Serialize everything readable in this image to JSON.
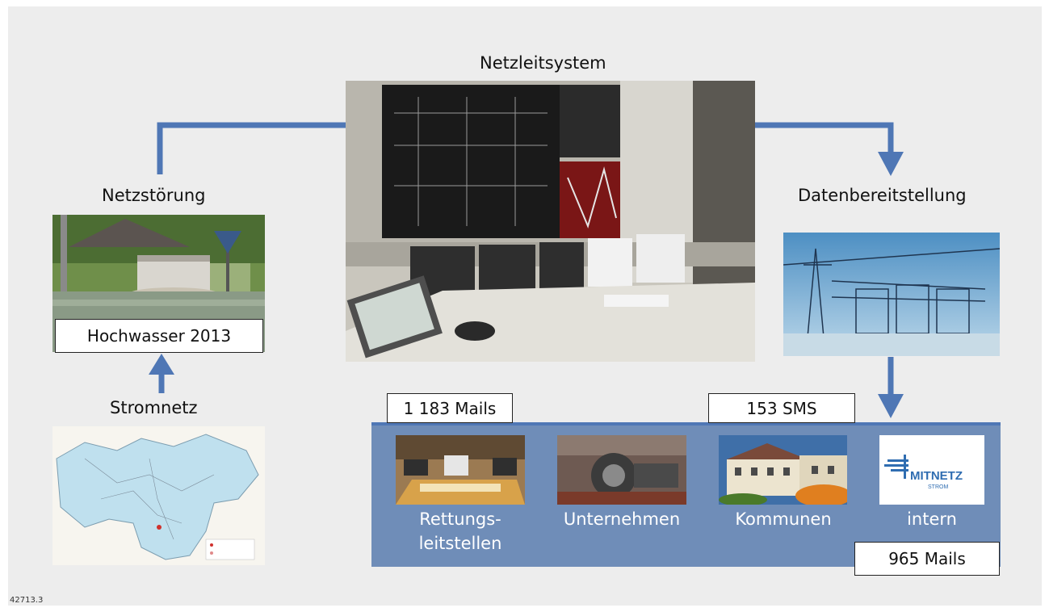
{
  "titles": {
    "netzleitsystem": "Netzleitsystem",
    "netzstoerung": "Netzstörung",
    "datenbereitstellung": "Datenbereitstellung",
    "stromnetz": "Stromnetz"
  },
  "labels": {
    "hochwasser": "Hochwasser 2013",
    "mails_1": "1 183 Mails",
    "sms": "153 SMS",
    "mails_2": "965 Mails"
  },
  "recipients": [
    {
      "line1": "Rettungs-",
      "line2": "leitstellen"
    },
    {
      "line1": "Unternehmen",
      "line2": ""
    },
    {
      "line1": "Kommunen",
      "line2": ""
    },
    {
      "line1": "intern",
      "line2": ""
    }
  ],
  "logo": {
    "name": "MITNETZ",
    "sub": "STROM"
  },
  "footer_id": "42713.3",
  "colors": {
    "arrow": "#4f77b5",
    "panel": "#6f8db8",
    "background": "#ededed"
  }
}
